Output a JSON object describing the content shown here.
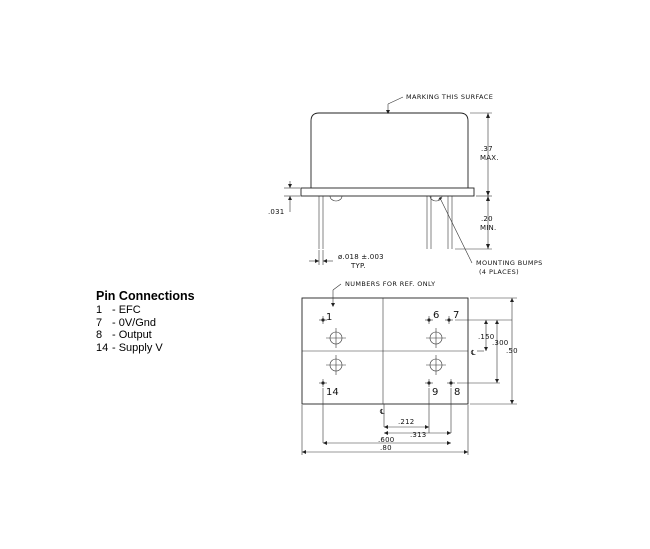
{
  "pin_connections": {
    "title": "Pin Connections",
    "rows": [
      {
        "pin": "1",
        "label": "- EFC"
      },
      {
        "pin": "7",
        "label": "- 0V/Gnd"
      },
      {
        "pin": "8",
        "label": "- Output"
      },
      {
        "pin": "14",
        "label": "- Supply V"
      }
    ]
  },
  "notes": {
    "marking": "MARKING THIS SURFACE",
    "bumps_line1": "MOUNTING BUMPS",
    "bumps_line2": "(4 PLACES)",
    "numbers": "NUMBERS FOR REF. ONLY"
  },
  "dimensions": {
    "height_max_value": ".37",
    "height_max_suffix": "MAX.",
    "standoff_min_value": ".20",
    "standoff_min_suffix": "MIN.",
    "base_thickness": ".031",
    "pin_dia": "ø.018 ±.003",
    "pin_dia_typ": "TYP.",
    "dim_150": ".150",
    "dim_300": ".300",
    "dim_50": ".50",
    "dim_212": ".212",
    "dim_313": ".313",
    "dim_600": ".600",
    "dim_80": ".80"
  },
  "pins": {
    "p1": "1",
    "p6": "6",
    "p7": "7",
    "p14": "14",
    "p9": "9",
    "p8": "8"
  },
  "centerline_symbol": "℄"
}
